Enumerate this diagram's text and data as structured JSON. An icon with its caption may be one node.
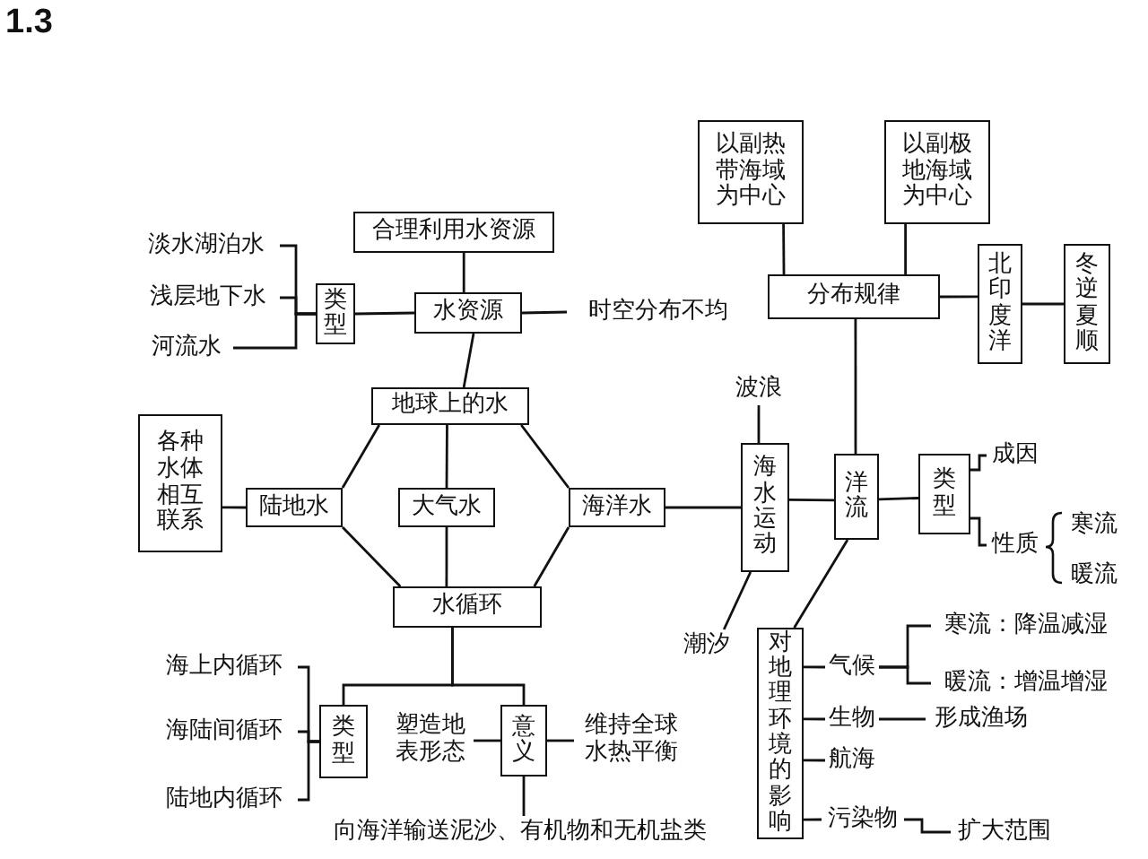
{
  "diagram": {
    "title": "1.3",
    "nodes": [
      {
        "text": [
          "合理利用水资源"
        ]
      },
      {
        "text": [
          "淡水湖泊水"
        ]
      },
      {
        "text": [
          "浅层地下水"
        ]
      },
      {
        "text": [
          "河流水"
        ]
      },
      {
        "text": [
          "类型"
        ]
      },
      {
        "text": [
          "水资源"
        ]
      },
      {
        "text": [
          "时空分布不均"
        ]
      },
      {
        "text": [
          "地球上的水"
        ]
      },
      {
        "text": [
          "各种水体相互联系"
        ]
      },
      {
        "text": [
          "陆地水"
        ]
      },
      {
        "text": [
          "大气水"
        ]
      },
      {
        "text": [
          "海洋水"
        ]
      },
      {
        "text": [
          "水循环"
        ]
      },
      {
        "text": [
          "海上内循环"
        ]
      },
      {
        "text": [
          "海陆间循环"
        ]
      },
      {
        "text": [
          "陆地内循环"
        ]
      },
      {
        "text": [
          "类型"
        ]
      },
      {
        "text": [
          "塑造地表形态"
        ]
      },
      {
        "text": [
          "意义"
        ]
      },
      {
        "text": [
          "维持全球水热平衡"
        ]
      },
      {
        "text": [
          "向海洋输送泥沙、有机物和无机盐类"
        ]
      },
      {
        "text": [
          "以副热带海域为中心"
        ]
      },
      {
        "text": [
          "以副极地海域为中心"
        ]
      },
      {
        "text": [
          "分布规律"
        ]
      },
      {
        "text": [
          "北印度洋"
        ]
      },
      {
        "text": [
          "冬逆夏顺"
        ]
      },
      {
        "text": [
          "波浪"
        ]
      },
      {
        "text": [
          "海水运动"
        ]
      },
      {
        "text": [
          "洋流"
        ]
      },
      {
        "text": [
          "类型"
        ]
      },
      {
        "text": [
          "成因"
        ]
      },
      {
        "text": [
          "性质"
        ]
      },
      {
        "text": [
          "潮汐"
        ]
      },
      {
        "text": [
          "对地理环境的影响"
        ]
      },
      {
        "text": [
          "气候"
        ]
      },
      {
        "text": [
          "寒流：降温减湿"
        ]
      },
      {
        "text": [
          "暖流：增温增湿"
        ]
      },
      {
        "text": [
          "生物"
        ]
      },
      {
        "text": [
          "形成渔场"
        ]
      },
      {
        "text": [
          "航海"
        ]
      },
      {
        "text": [
          "污染物"
        ]
      },
      {
        "text": [
          "扩大范围"
        ]
      }
    ],
    "edges": [
      {
        "from": 0,
        "to": 5,
        "arrow": "none"
      },
      {
        "from": 1,
        "to": 4,
        "arrow": "none"
      },
      {
        "from": 2,
        "to": 4,
        "arrow": "none"
      },
      {
        "from": 3,
        "to": 4,
        "arrow": "none"
      },
      {
        "from": 4,
        "to": 5,
        "arrow": "none"
      },
      {
        "from": 5,
        "to": 6,
        "arrow": "none"
      },
      {
        "from": 5,
        "to": 7,
        "arrow": "none"
      },
      {
        "from": 7,
        "to": 9,
        "arrow": "none"
      },
      {
        "from": 7,
        "to": 10,
        "arrow": "none"
      },
      {
        "from": 7,
        "to": 11,
        "arrow": "none"
      },
      {
        "from": 9,
        "to": 12,
        "arrow": "none"
      },
      {
        "from": 10,
        "to": 12,
        "arrow": "none"
      },
      {
        "from": 11,
        "to": 12,
        "arrow": "none"
      },
      {
        "from": 8,
        "to": 9,
        "arrow": "none"
      },
      {
        "from": 11,
        "to": 27,
        "arrow": "none"
      },
      {
        "from": 12,
        "to": 16,
        "arrow": "none"
      },
      {
        "from": 12,
        "to": 18,
        "arrow": "none"
      },
      {
        "from": 13,
        "to": 16,
        "arrow": "none"
      },
      {
        "from": 14,
        "to": 16,
        "arrow": "none"
      },
      {
        "from": 15,
        "to": 16,
        "arrow": "none"
      },
      {
        "from": 18,
        "to": 17,
        "arrow": "none"
      },
      {
        "from": 18,
        "to": 19,
        "arrow": "none"
      },
      {
        "from": 18,
        "to": 20,
        "arrow": "none"
      },
      {
        "from": 21,
        "to": 23,
        "arrow": "none"
      },
      {
        "from": 22,
        "to": 23,
        "arrow": "none"
      },
      {
        "from": 23,
        "to": 24,
        "arrow": "none"
      },
      {
        "from": 24,
        "to": 25,
        "arrow": "none"
      },
      {
        "from": 23,
        "to": 28,
        "arrow": "none"
      },
      {
        "from": 26,
        "to": 27,
        "arrow": "none"
      },
      {
        "from": 27,
        "to": 28,
        "arrow": "none"
      },
      {
        "from": 27,
        "to": 32,
        "arrow": "none"
      },
      {
        "from": 28,
        "to": 29,
        "arrow": "none"
      },
      {
        "from": 29,
        "to": 30,
        "arrow": "none"
      },
      {
        "from": 29,
        "to": 31,
        "arrow": "none"
      },
      {
        "from": 28,
        "to": 33,
        "arrow": "none"
      },
      {
        "from": 33,
        "to": 34,
        "arrow": "none"
      },
      {
        "from": 33,
        "to": 37,
        "arrow": "none"
      },
      {
        "from": 33,
        "to": 39,
        "arrow": "none"
      },
      {
        "from": 33,
        "to": 40,
        "arrow": "none"
      },
      {
        "from": 34,
        "to": 35,
        "arrow": "none"
      },
      {
        "from": 34,
        "to": 36,
        "arrow": "none"
      },
      {
        "from": 37,
        "to": 38,
        "arrow": "none"
      },
      {
        "from": 40,
        "to": 41,
        "arrow": "none"
      }
    ],
    "labels": [
      "寒流",
      "暖流"
    ]
  }
}
